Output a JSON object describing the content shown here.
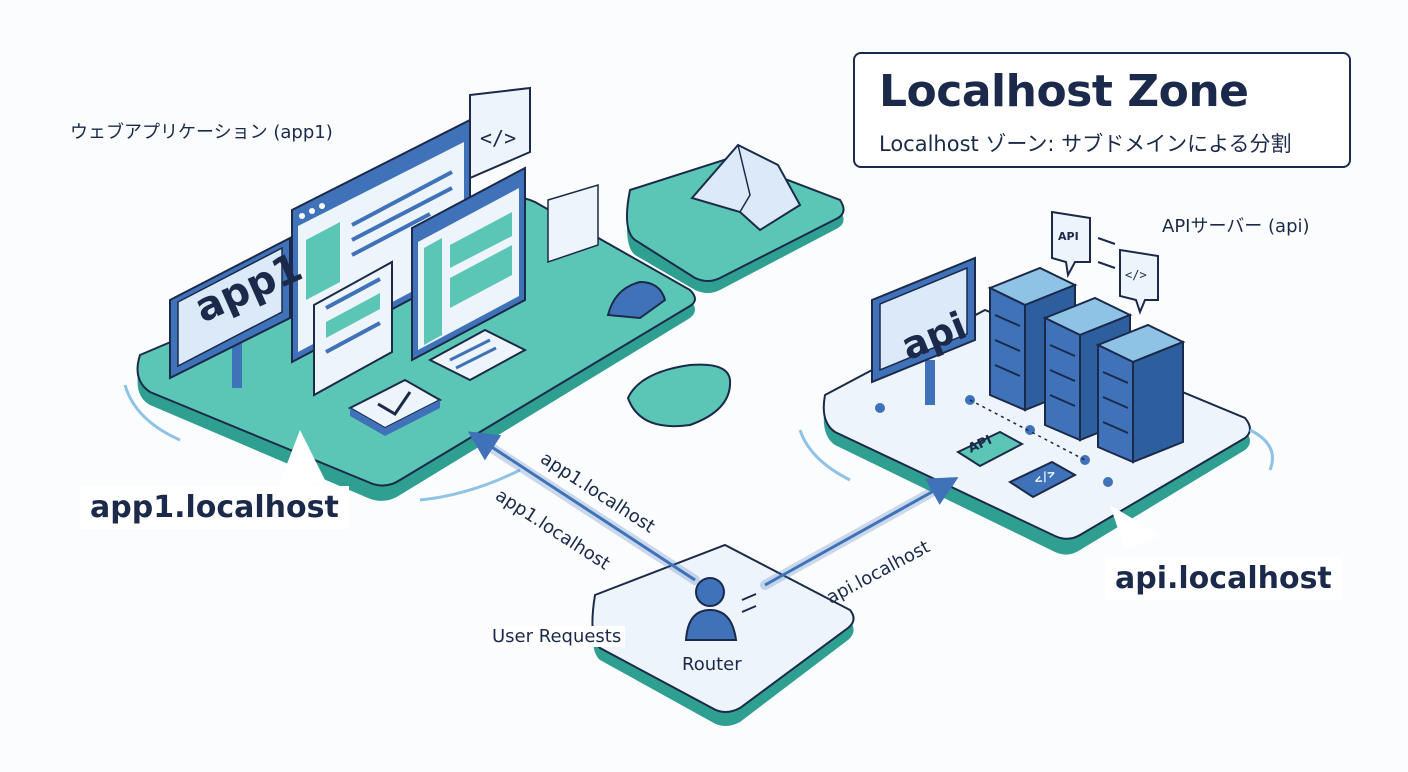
{
  "title": {
    "main": "Localhost Zone",
    "subtitle": "Localhost ゾーン: サブドメインによる分割"
  },
  "app1": {
    "caption": "ウェブアプリケーション (app1)",
    "sign": "app1",
    "host": "app1.localhost"
  },
  "api": {
    "caption": "APIサーバー (api)",
    "sign": "api",
    "host": "api.localhost",
    "chip_api": "API",
    "bubble_api": "API",
    "code_glyph": "</>"
  },
  "router": {
    "label": "Router",
    "user_requests": "User Requests"
  },
  "arrows": {
    "to_app1_upper": "app1.localhost",
    "to_app1_lower": "app1.localhost",
    "to_api": "api.localhost"
  },
  "colors": {
    "teal": "#5cc6b6",
    "teal_dark": "#2f9f92",
    "navy": "#1b2a4a",
    "blue": "#3f72b8",
    "light_blue": "#dbe9f8",
    "platform_light": "#eef4fb"
  }
}
